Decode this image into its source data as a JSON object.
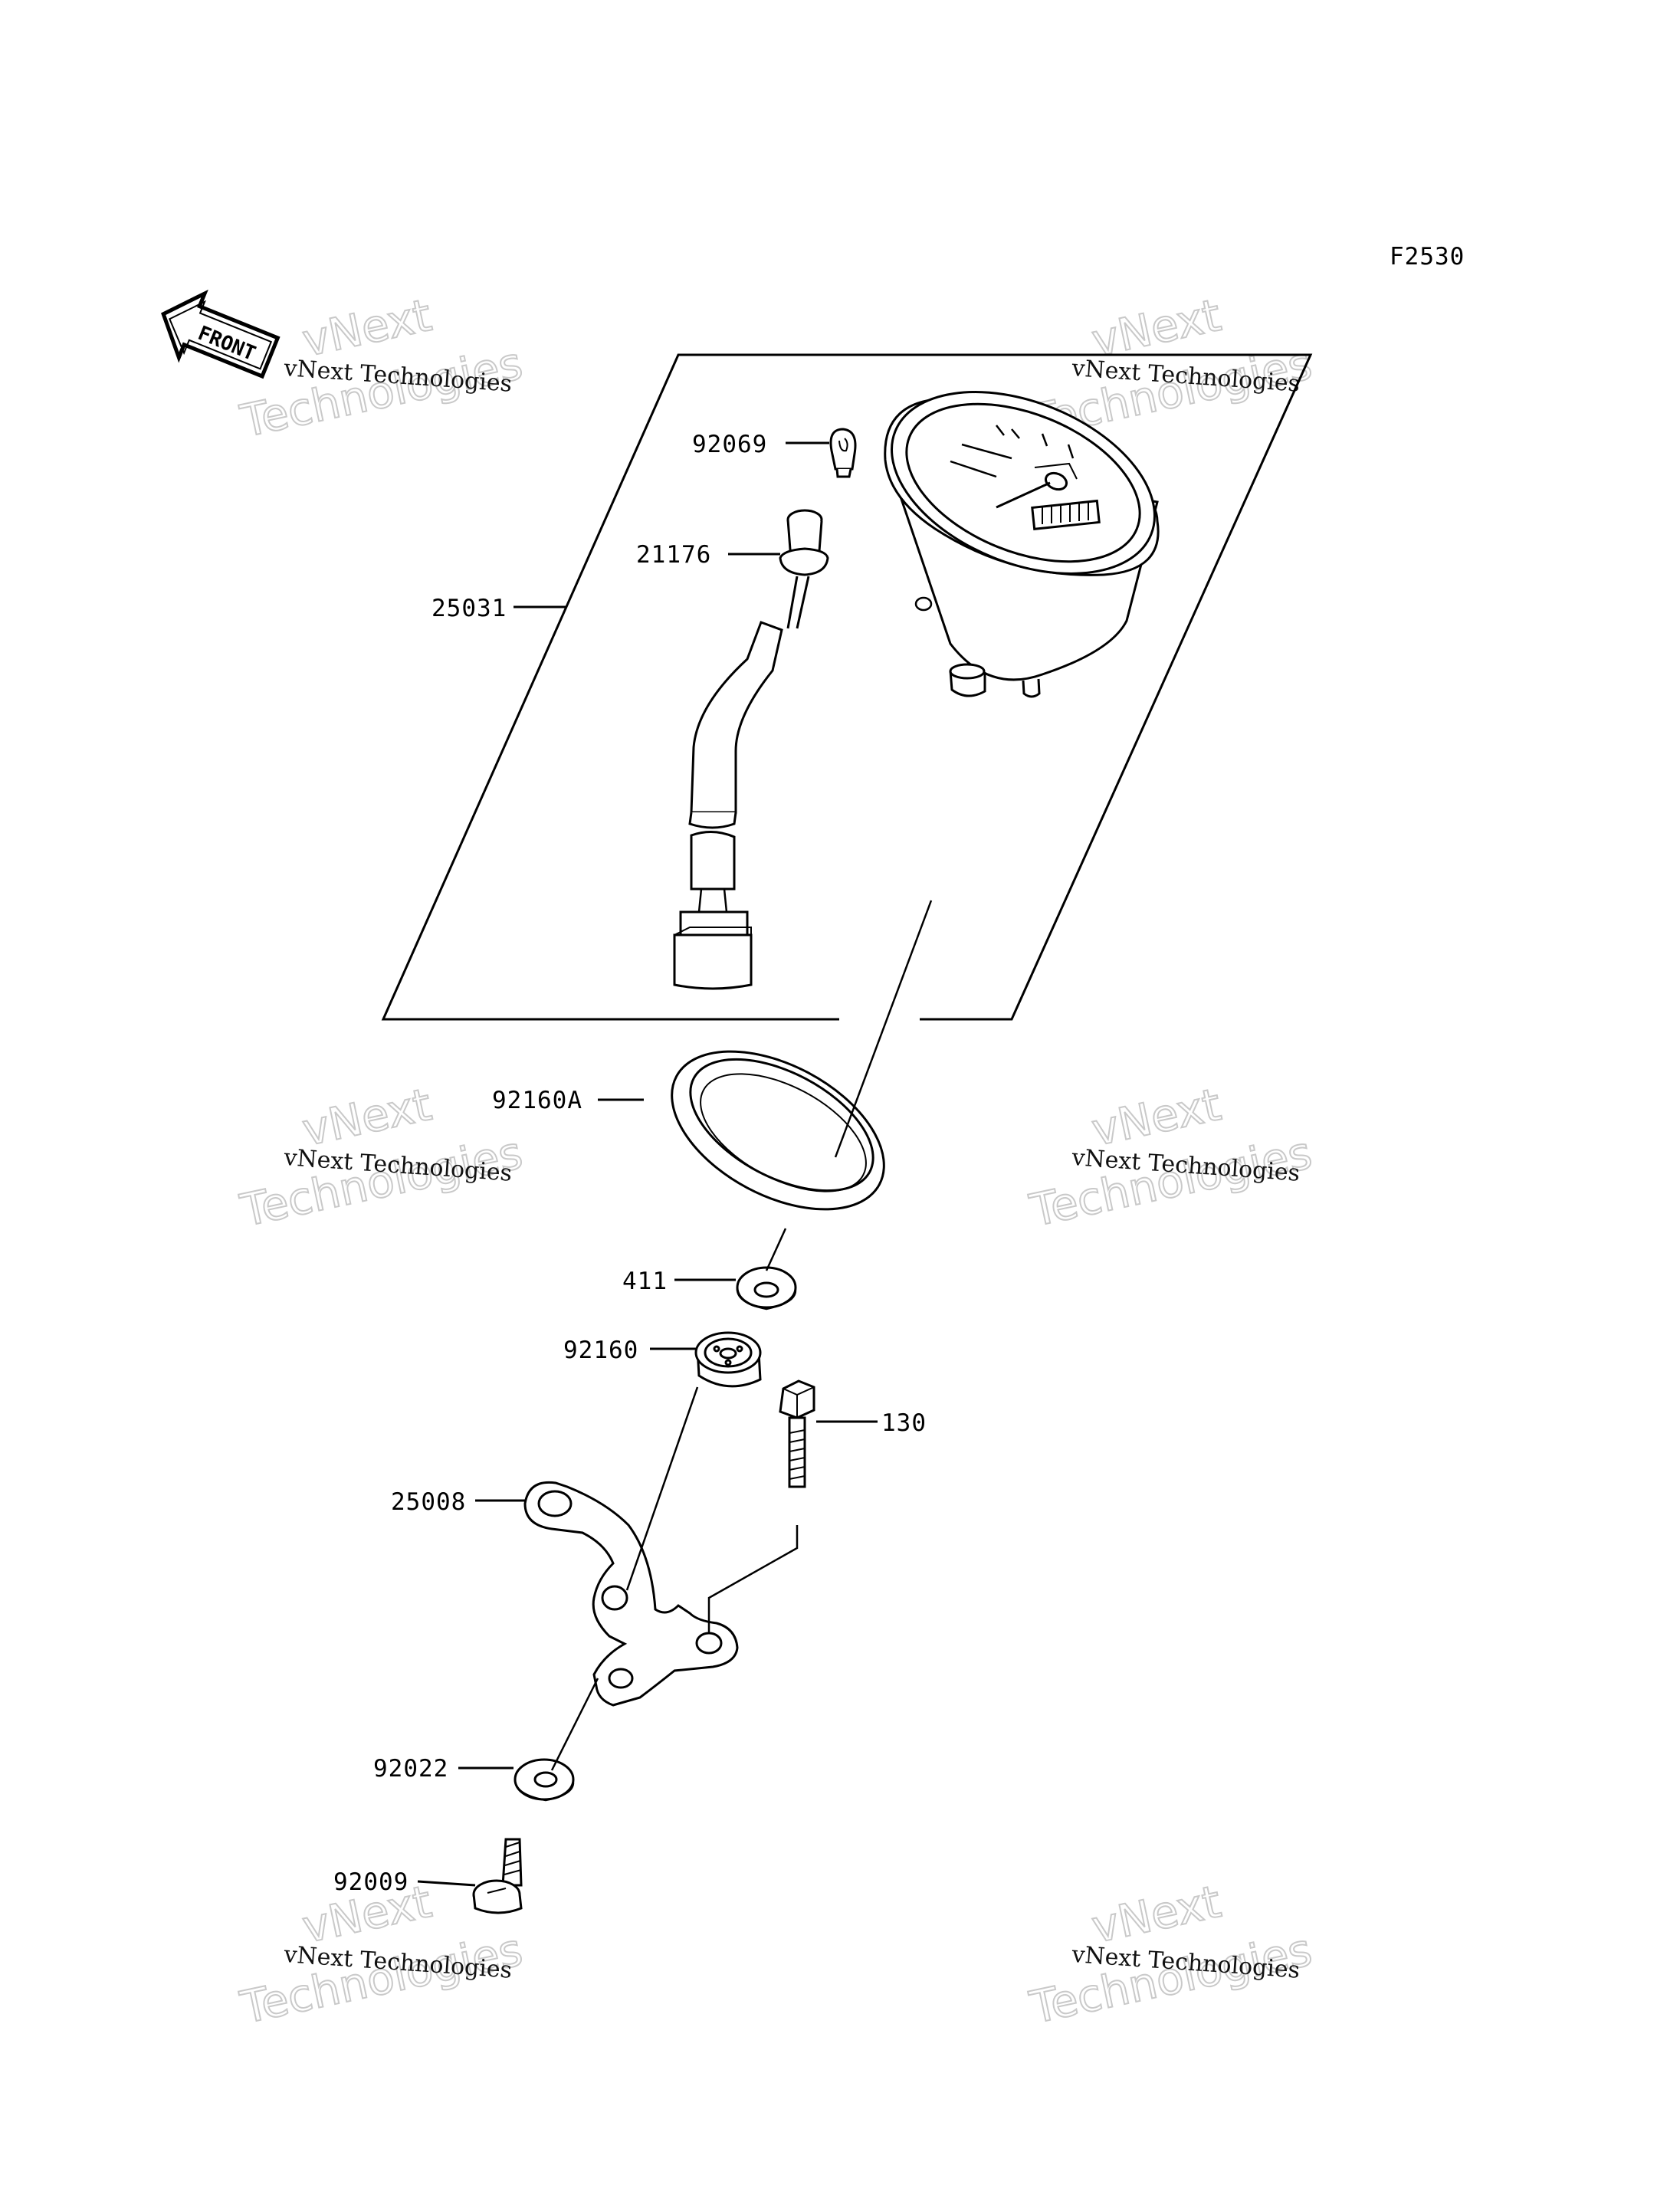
{
  "figure_code": "F2530",
  "front_label": "FRONT",
  "watermark": {
    "line1": "vNext Technologies",
    "line2": "vNext",
    "line3": "Technologies"
  },
  "parts": {
    "p92069": "92069",
    "p21176": "21176",
    "p25031": "25031",
    "p92160A": "92160A",
    "p411": "411",
    "p92160": "92160",
    "p130": "130",
    "p25008": "25008",
    "p92022": "92022",
    "p92009": "92009"
  }
}
